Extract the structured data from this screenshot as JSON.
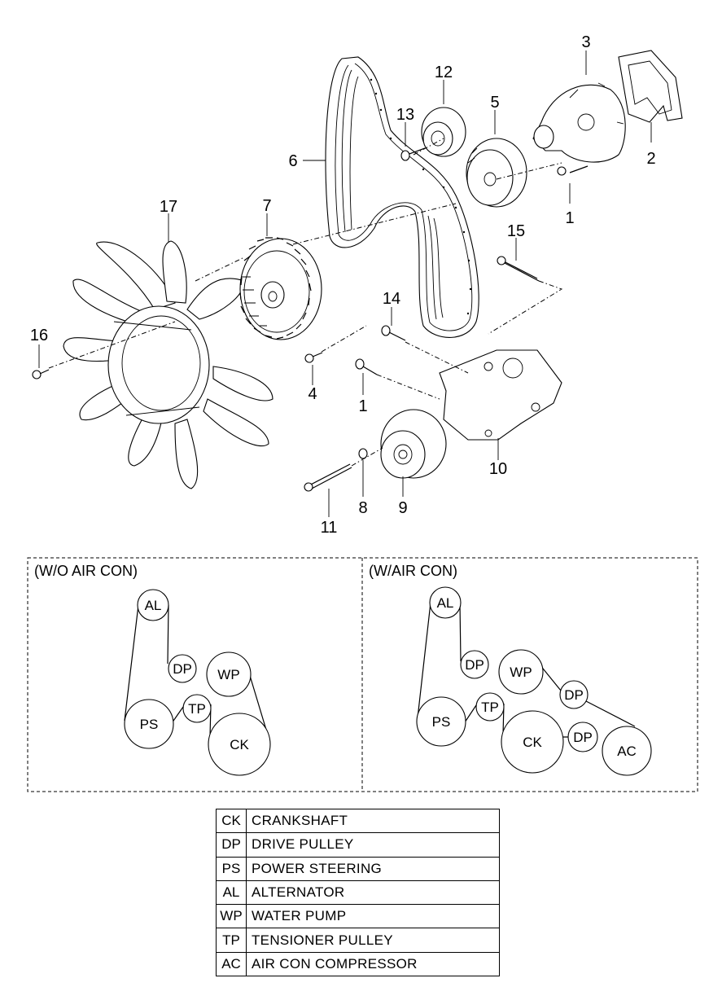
{
  "callouts": [
    {
      "num": "1"
    },
    {
      "num": "2"
    },
    {
      "num": "3"
    },
    {
      "num": "4"
    },
    {
      "num": "5"
    },
    {
      "num": "6"
    },
    {
      "num": "7"
    },
    {
      "num": "8"
    },
    {
      "num": "9"
    },
    {
      "num": "10"
    },
    {
      "num": "11"
    },
    {
      "num": "12"
    },
    {
      "num": "13"
    },
    {
      "num": "14"
    },
    {
      "num": "15"
    },
    {
      "num": "16"
    },
    {
      "num": "17"
    },
    {
      "num": "1"
    }
  ],
  "panels": {
    "left": {
      "title": "(W/O AIR CON)",
      "pulleys": [
        "AL",
        "DP",
        "WP",
        "PS",
        "TP",
        "CK"
      ]
    },
    "right": {
      "title": "(W/AIR CON)",
      "pulleys": [
        "AL",
        "DP",
        "WP",
        "DP",
        "PS",
        "TP",
        "CK",
        "DP",
        "AC"
      ]
    }
  },
  "legend": [
    {
      "abbr": "CK",
      "name": "CRANKSHAFT"
    },
    {
      "abbr": "DP",
      "name": "DRIVE  PULLEY"
    },
    {
      "abbr": "PS",
      "name": "POWER  STEERING"
    },
    {
      "abbr": "AL",
      "name": "ALTERNATOR"
    },
    {
      "abbr": "WP",
      "name": "WATER  PUMP"
    },
    {
      "abbr": "TP",
      "name": "TENSIONER  PULLEY"
    },
    {
      "abbr": "AC",
      "name": "AIR  CON COMPRESSOR"
    }
  ]
}
